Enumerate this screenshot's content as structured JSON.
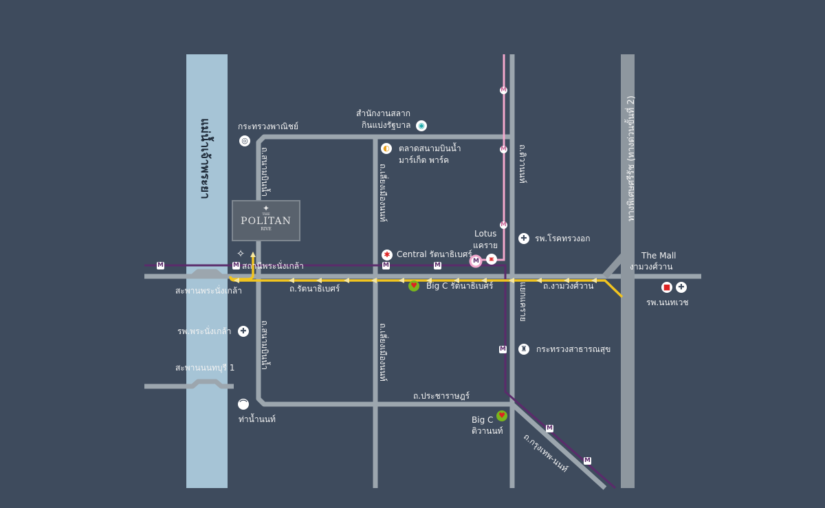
{
  "colors": {
    "background": "#3e4b5d",
    "river": "#a6c4d6",
    "road": "#9ca6ae",
    "purple_line": "#5b2b6b",
    "pink_line": "#f2a7cc",
    "yellow_line": "#f1c41f",
    "expressway": "#8e979f"
  },
  "project": {
    "top": "THE",
    "name": "POLITAN",
    "sub": "RIVE"
  },
  "river_label": "แม่น้ำเจ้าพระยา",
  "roads": {
    "sanambinnam": "ถ.สนามบินน้ำ",
    "liangmueangnon": "ถ.เลี่ยงเมืองนนท์",
    "tiwanon": "ถ.ติวานนท์",
    "ratthanathibet": "ถ.รัตนาธิเบศร์",
    "ngamwongwan": "ถ.งามวงศ์วาน",
    "khae_rai": "แยกแคราย",
    "pracharat": "ถ.ประชาราษฎร์",
    "krungthep_non": "ถ.กรุงเทพ-นนท์",
    "expressway": "ทางพิเศษศรีรัช (ทางด่วนขั้นที่ 2)"
  },
  "places": {
    "commerce": "กระทรวงพาณิชย์",
    "lottery_1": "สำนักงานสลาก",
    "lottery_2": "กินแบ่งรัฐบาล",
    "market_1": "ตลาดสนามบินน้ำ",
    "market_2": "มาร์เก็ต พาร์ค",
    "lotus_1": "Lotus",
    "lotus_2": "แคราย",
    "chest_hosp": "รพ.โรคทรวงอก",
    "central": "Central รัตนาธิเบศร์",
    "station": "สถานีพระนั่งเกล้า",
    "mall_1": "The Mall",
    "mall_2": "งามวงศ์วาน",
    "bigc_rattana": "Big C รัตนาธิเบศร์",
    "nonthavej": "รพ.นนทเวช",
    "bridge_1": "สะพานพระนั่งเกล้า",
    "pranangklao_hosp": "รพ.พระนั่งเกล้า",
    "health_ministry": "กระทรวงสาธารณสุข",
    "bridge_2": "สะพานนนทบุรี 1",
    "bigc_tiwanon_1": "Big C",
    "bigc_tiwanon_2": "ติวานนท์",
    "pier": "ท่าน้ำนนท์"
  },
  "metro_symbol": "M"
}
